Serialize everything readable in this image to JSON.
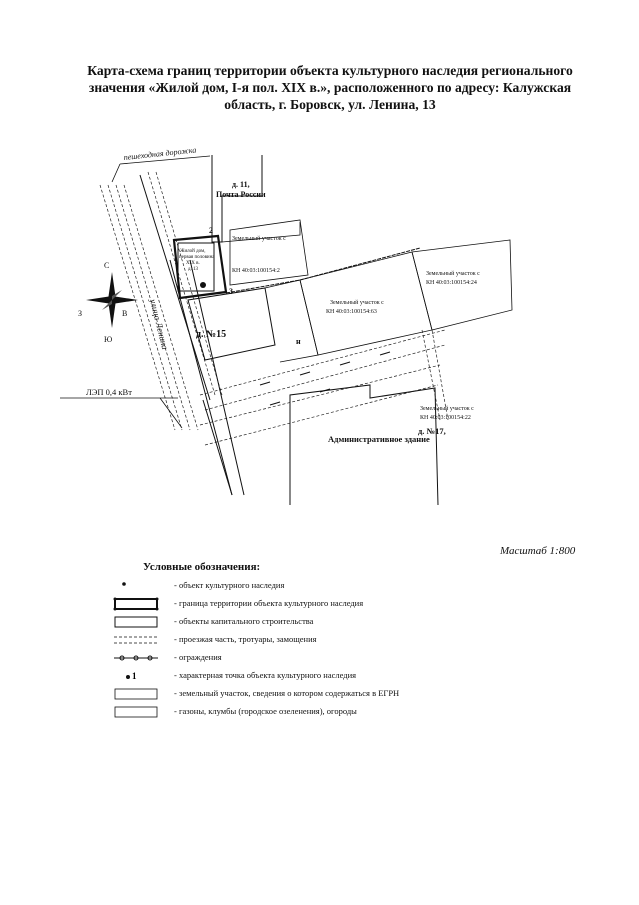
{
  "title_lines": [
    "Карта-схема границ территории объекта культурного наследия  регионального",
    "значения «Жилой дом, I-я пол. XIX в.»,  расположенного по адресу: Калужская",
    "область, г. Боровск, ул. Ленина, 13"
  ],
  "map": {
    "footpath": "пешеходная дорожка",
    "street": "улица Ленина",
    "power_line": "ЛЭП 0,4 кВт",
    "house11": [
      "д. 11,",
      "Почта России"
    ],
    "object": [
      "Жилой дом,",
      "первая половина",
      "XIX в.",
      "д. 13"
    ],
    "parcel2": [
      "Земельный участок с",
      "КН 40:03:100154:2"
    ],
    "parcel63": [
      "Земельный участок с",
      "КН 40:03:100154:63"
    ],
    "parcel24": [
      "Земельный участок с",
      "КН 40:03:100154:24"
    ],
    "parcel22": [
      "Земельный участок с",
      "КН 40:03:100154:22"
    ],
    "house15": "д. №15",
    "house17": [
      "д. №17,",
      "Административное здание"
    ],
    "n_label": "н",
    "points": [
      "2",
      "3"
    ],
    "compass": {
      "n": "С",
      "s": "Ю",
      "w": "З",
      "e": "В"
    }
  },
  "scale": "Масштаб 1:800",
  "legend_title": "Условные обозначения:",
  "legend": [
    {
      "symbol": "object-dot",
      "text": "- объект культурного наследия"
    },
    {
      "symbol": "territory-boundary",
      "text": "- граница территории объекта культурного наследия"
    },
    {
      "symbol": "building",
      "text": "- объекты капитального строительства"
    },
    {
      "symbol": "dashed-lines",
      "text": "- проезжая часть, тротуары, замощения"
    },
    {
      "symbol": "fence",
      "text": "- ограждения"
    },
    {
      "symbol": "point",
      "label": "1",
      "text": "- характерная точка объекта культурного наследия"
    },
    {
      "symbol": "parcel",
      "text": "- земельный участок, сведения о котором содержаться в ЕГРН"
    },
    {
      "symbol": "green",
      "text": "- газоны, клумбы (городское озеленения), огороды"
    }
  ]
}
